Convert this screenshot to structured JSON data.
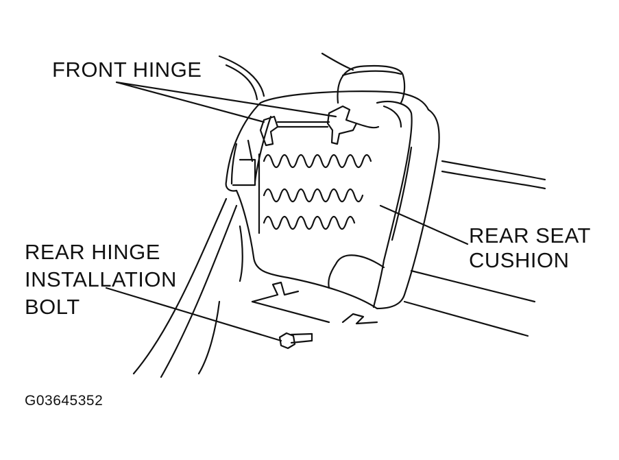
{
  "labels": {
    "front_hinge": "FRONT HINGE",
    "rear_seat_cushion": [
      "REAR SEAT",
      "CUSHION"
    ],
    "rear_hinge_installation_bolt": [
      "REAR HINGE",
      "INSTALLATION",
      "BOLT"
    ]
  },
  "figure_id": "G03645352",
  "colors": {
    "line": "#111111",
    "background": "#ffffff"
  }
}
